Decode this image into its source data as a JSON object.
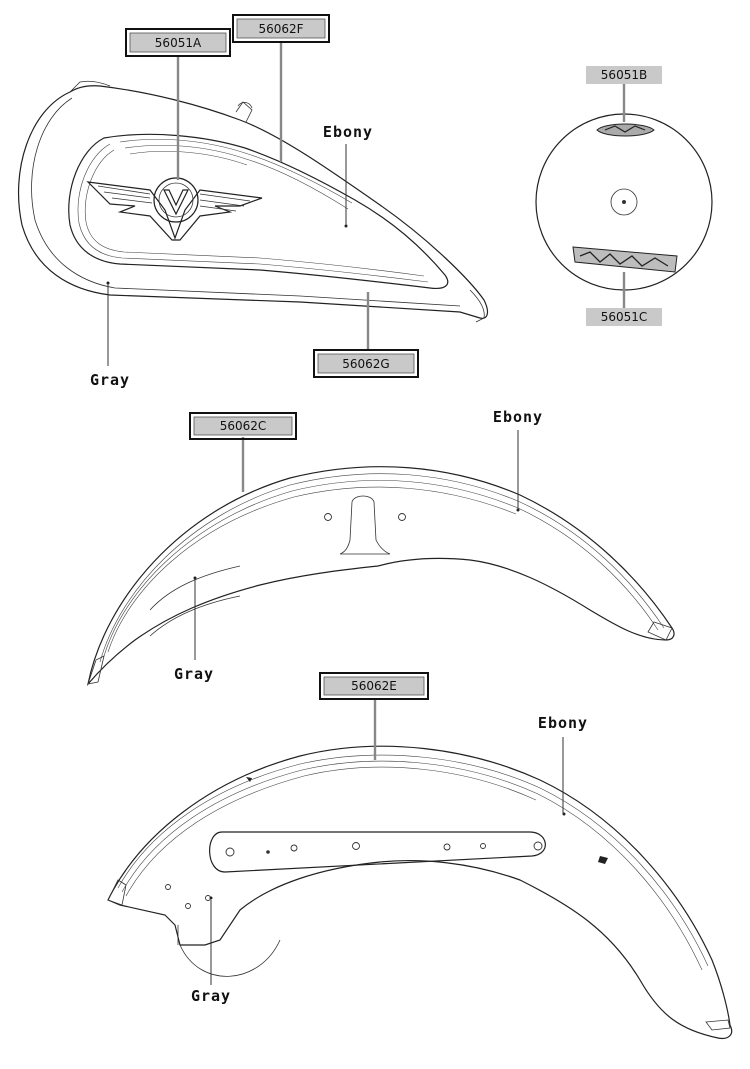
{
  "parts": {
    "tank_emblem": "56051A",
    "tank_stripe_upper": "56062F",
    "tank_stripe_lower": "56062G",
    "cap_upper": "56051B",
    "cap_lower": "56051C",
    "front_fender": "56062C",
    "rear_fender": "56062E"
  },
  "colors": {
    "tank_ebony": "Ebony",
    "tank_gray": "Gray",
    "front_ebony": "Ebony",
    "front_gray": "Gray",
    "rear_ebony": "Ebony",
    "rear_gray": "Gray"
  }
}
